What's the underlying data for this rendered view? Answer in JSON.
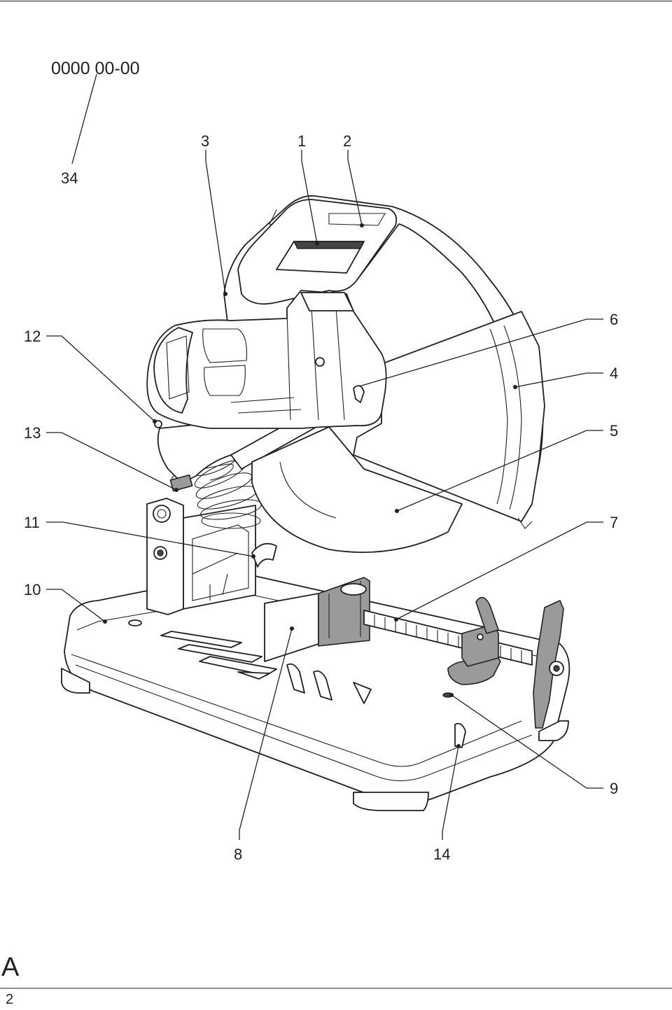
{
  "diagram": {
    "part_code": "0000 00-00",
    "figure_letter": "A",
    "page_number": "2",
    "callouts": [
      {
        "id": "34",
        "text": "34"
      },
      {
        "id": "3",
        "text": "3"
      },
      {
        "id": "1",
        "text": "1"
      },
      {
        "id": "2",
        "text": "2"
      },
      {
        "id": "12",
        "text": "12"
      },
      {
        "id": "6",
        "text": "6"
      },
      {
        "id": "4",
        "text": "4"
      },
      {
        "id": "13",
        "text": "13"
      },
      {
        "id": "5",
        "text": "5"
      },
      {
        "id": "11",
        "text": "11"
      },
      {
        "id": "7",
        "text": "7"
      },
      {
        "id": "10",
        "text": "10"
      },
      {
        "id": "9",
        "text": "9"
      },
      {
        "id": "8",
        "text": "8"
      },
      {
        "id": "14",
        "text": "14"
      }
    ]
  }
}
